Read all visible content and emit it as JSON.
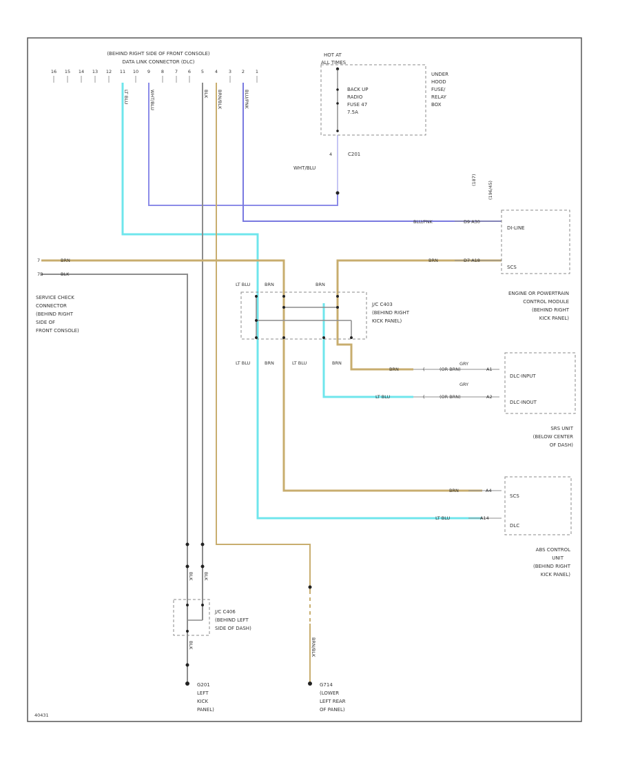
{
  "colors": {
    "lt_blu": "#6fe6ec",
    "wht_blu": "#8b8be8",
    "blu_pnk": "#7878e0",
    "brn": "#c8ad6e",
    "blk": "#8c8c8c",
    "gry": "#b4b4b4",
    "line": "#555555"
  },
  "dlc": {
    "title_line1": "(BEHIND RIGHT SIDE OF FRONT CONSOLE)",
    "title_line2": "DATA LINK CONNECTOR (DLC)",
    "pins": [
      "16",
      "15",
      "14",
      "13",
      "12",
      "11",
      "10",
      "9",
      "8",
      "7",
      "6",
      "5",
      "4",
      "3",
      "2",
      "1"
    ],
    "wire_labels": [
      "LT BLU",
      "WHT/BLU",
      "BLK",
      "BRN/BLK",
      "BLU/PNK"
    ]
  },
  "fuse_box": {
    "hot_at": "HOT AT",
    "all_times": "ALL TIMES",
    "fuse_lines": [
      "BACK UP",
      "RADIO",
      "FUSE 47",
      "7.5A"
    ],
    "location_lines": [
      "UNDER",
      "HOOD",
      "FUSE/",
      "RELAY",
      "BOX"
    ],
    "connector": "C201",
    "wire": "WHT/BLU"
  },
  "ecm": {
    "pin_headers": [
      "(187)",
      "(196/45)"
    ],
    "wire_top": "BLU/PNK",
    "pin_top": "D9  A30",
    "label_top": "DI-LINE",
    "wire_bottom": "BRN",
    "pin_bottom": "D7  A18",
    "label_bottom": "SCS",
    "name_lines": [
      "ENGINE OR POWERTRAIN",
      "CONTROL MODULE",
      "(BEHIND RIGHT",
      "KICK PANEL)"
    ]
  },
  "service_check": {
    "pin_a": "7",
    "wire_a": "BRN",
    "pin_b": "7B",
    "wire_b": "BLK",
    "name_lines": [
      "SERVICE CHECK",
      "CONNECTOR",
      "(BEHIND RIGHT",
      "SIDE OF",
      "FRONT CONSOLE)"
    ]
  },
  "jc_c403": {
    "top_labels": [
      "LT BLU",
      "BRN",
      "BRN"
    ],
    "bottom_labels": [
      "LT BLU",
      "BRN",
      "LT BLU",
      "BRN"
    ],
    "name_lines": [
      "J/C C403",
      "(BEHIND RIGHT",
      "KICK PANEL)"
    ]
  },
  "srs": {
    "wire1": "BRN",
    "conn1": "GRY",
    "pin1": "(OR BRN)",
    "pin1_end": "A1",
    "label1": "DLC-INPUT",
    "wire2": "LT BLU",
    "conn2": "GRY",
    "pin2": "(OR BRN)",
    "pin2_end": "A2",
    "label2": "DLC-INOUT",
    "name_lines": [
      "SRS UNIT",
      "(BELOW CENTER",
      "OF DASH)"
    ]
  },
  "abs": {
    "wire1": "BRN",
    "pin1": "A4",
    "label1": "SCS",
    "wire2": "LT BLU",
    "pin2": "A14",
    "label2": "DLC",
    "name_lines": [
      "ABS CONTROL",
      "UNIT",
      "(BEHIND RIGHT",
      "KICK PANEL)"
    ]
  },
  "jc_c406": {
    "name_lines": [
      "J/C C406",
      "(BEHIND LEFT",
      "SIDE OF DASH)"
    ],
    "wire_upper": [
      "BLK",
      "BLK"
    ],
    "wire_lower": "BLK"
  },
  "g201": {
    "name_lines": [
      "G201",
      "LEFT",
      "KICK",
      "PANEL)"
    ]
  },
  "g714": {
    "wire": "BRN/BLK",
    "name_lines": [
      "G714",
      "(LOWER",
      "LEFT REAR",
      "OF PANEL)"
    ]
  },
  "footer_id": "40431"
}
